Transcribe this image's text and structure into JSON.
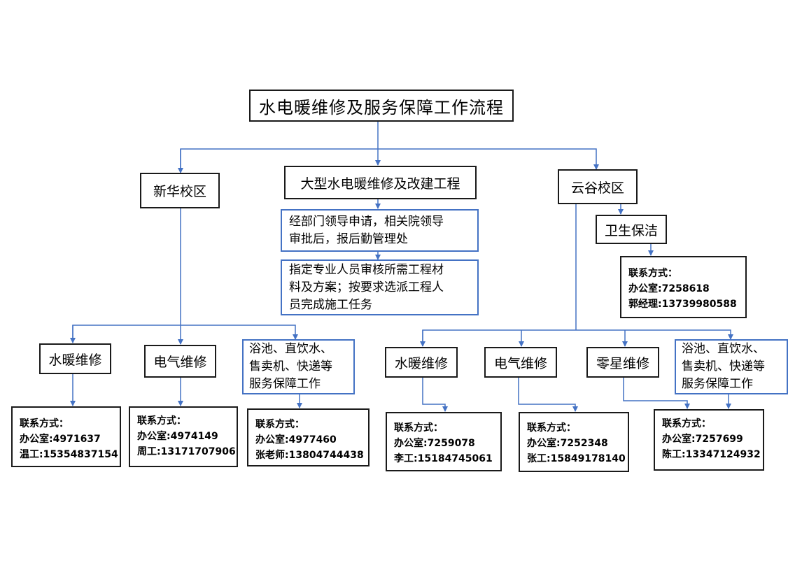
{
  "title": "水电暖维修及服务保障工作流程",
  "campuses": {
    "xinhua": "新华校区",
    "yungu": "云谷校区"
  },
  "major": {
    "label": "大型水电暖维修及改建工程",
    "step1": [
      "经部门领导申请，相关院领导",
      "审批后，报后勤管理处"
    ],
    "step2": [
      "指定专业人员审核所需工程材",
      "料及方案；按要求选派工程人",
      "员完成施工任务"
    ]
  },
  "xinhua_services": {
    "plumbing": "水暖维修",
    "electrical": "电气维修",
    "other": [
      "浴池、直饮水、",
      "售卖机、快递等",
      "服务保障工作"
    ]
  },
  "yungu_services": {
    "plumbing": "水暖维修",
    "electrical": "电气维修",
    "misc": "零星维修",
    "other": [
      "浴池、直饮水、",
      "售卖机、快递等",
      "服务保障工作"
    ],
    "cleaning": "卫生保洁"
  },
  "contacts": {
    "xh_plumbing": [
      "联系方式：",
      "办公室:4971637",
      "温工:15354837154"
    ],
    "xh_electrical": [
      "联系方式：",
      "办公室:4974149",
      "周工:13171707906"
    ],
    "xh_other": [
      "联系方式：",
      "办公室:4977460",
      "张老师:13804744438"
    ],
    "yg_plumbing": [
      "联系方式：",
      "办公室:7259078",
      "李工:15184745061"
    ],
    "yg_electrical": [
      "联系方式：",
      "办公室:7252348",
      "张工:15849178140"
    ],
    "yg_misc_other": [
      "联系方式：",
      "办公室:7257699",
      "陈工:13347124932"
    ],
    "yg_cleaning": [
      "联系方式：",
      "办公室:7258618",
      "郭经理:13739980588"
    ]
  },
  "colors": {
    "connector": "#4472C4",
    "border_dark": "#1a1a1a",
    "border_blue": "#4472C4"
  }
}
